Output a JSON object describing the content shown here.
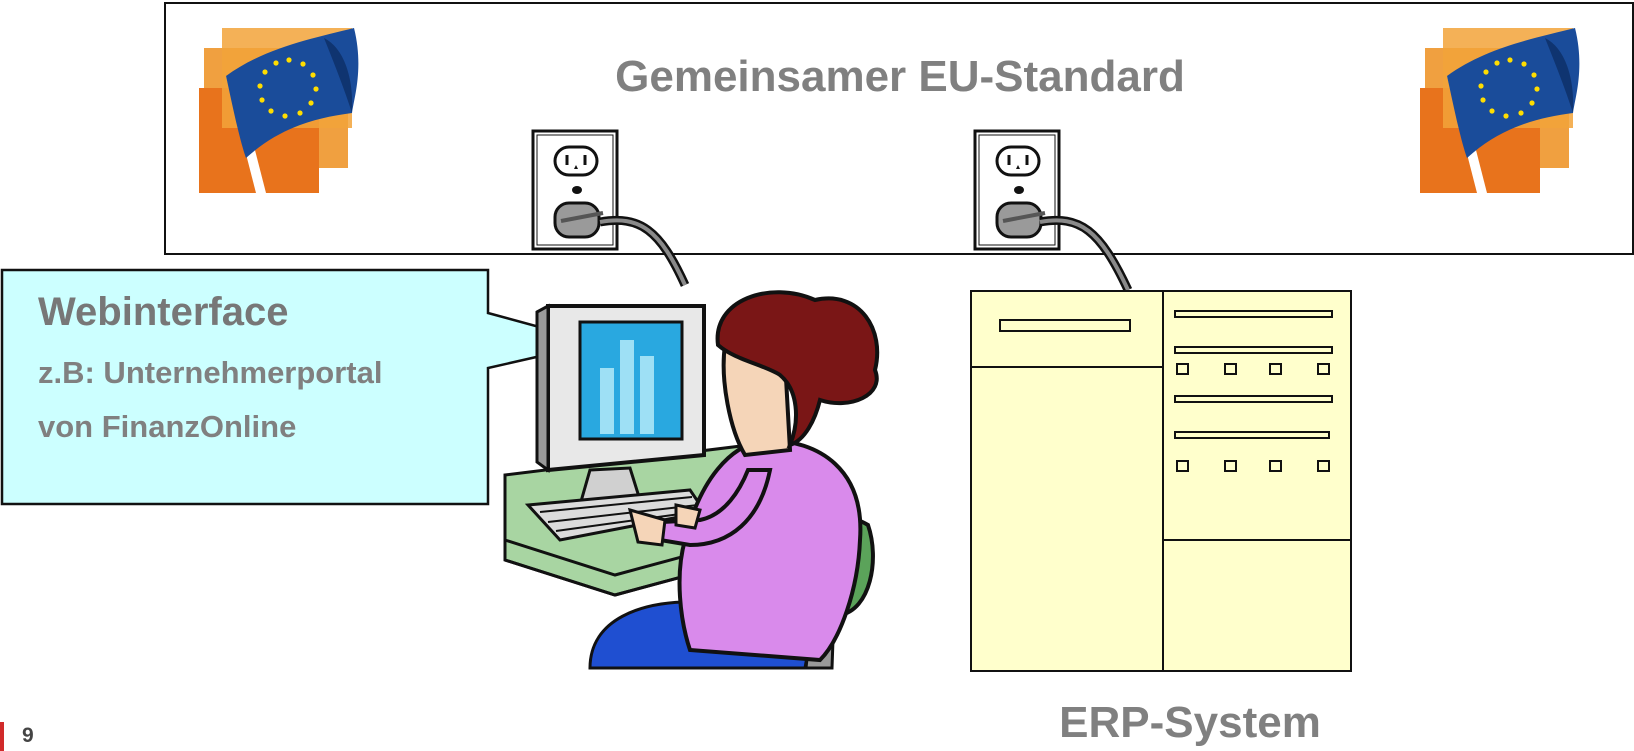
{
  "header": {
    "title": "Gemeinsamer EU-Standard"
  },
  "callout": {
    "title": "Webinterface",
    "line1": "z.B: Unternehmerportal",
    "line2": "von FinanzOnline"
  },
  "erp": {
    "label": "ERP-System"
  },
  "footer": {
    "slide_number": "9"
  },
  "icons": {
    "flag_left": "eu-flag-icon",
    "flag_right": "eu-flag-icon",
    "outlet_left": "power-outlet-icon",
    "outlet_right": "power-outlet-icon",
    "person": "person-at-computer-illustration",
    "server": "erp-server-cabinet-illustration"
  },
  "colors": {
    "callout_fill": "#ccffff",
    "erp_fill": "#ffffcc",
    "eu_blue": "#1a4c9a",
    "eu_star": "#ffdd00",
    "flag_orange": "#e8731c",
    "accent_red": "#d12a2a",
    "text_gray": "#808080"
  }
}
